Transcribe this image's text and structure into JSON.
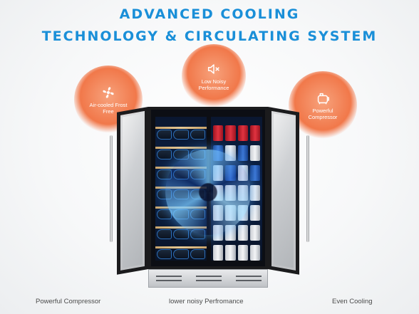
{
  "headline": {
    "line1": "ADVANCED COOLING",
    "line2": "TECHNOLOGY & CIRCULATING SYSTEM"
  },
  "features": [
    {
      "icon": "fan-icon",
      "label": "Air-cooled Frost Free"
    },
    {
      "icon": "muted-speaker-icon",
      "label": "Low Noisy Performance"
    },
    {
      "icon": "compressor-icon",
      "label": "Powerful Compressor"
    }
  ],
  "captions": {
    "left": "Powerful Compressor",
    "center": "lower noisy Perfromance",
    "right": "Even Cooling"
  },
  "colors": {
    "headline": "#1a8fd8",
    "bubble": "#f1784a",
    "light_accent": "#3c9cff"
  }
}
